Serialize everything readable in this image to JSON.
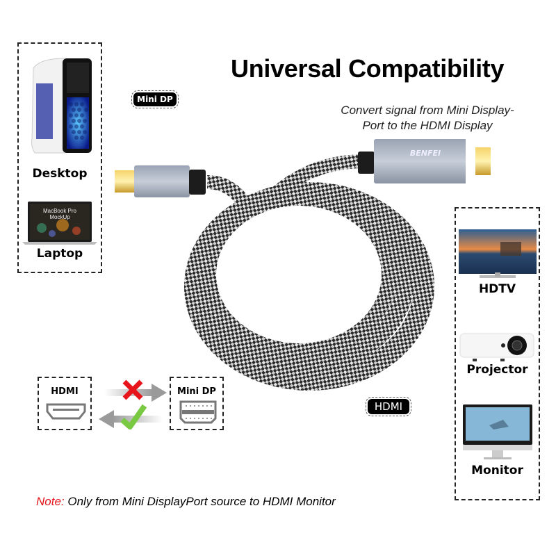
{
  "header": {
    "title": "Universal Compatibility",
    "subtitle_line1": "Convert signal from Mini Display-",
    "subtitle_line2": "Port to the HDMI Display"
  },
  "tags": {
    "mini_dp": "Mini DP",
    "hdmi": "HDMI"
  },
  "cable": {
    "brand": "BENFEI",
    "connector_left": "mini-displayport-plug",
    "connector_right": "hdmi-plug"
  },
  "sources": {
    "items": [
      {
        "label": "Desktop",
        "icon": "desktop-pc-icon"
      },
      {
        "label": "Laptop",
        "icon": "laptop-icon",
        "screen_text_1": "MacBook Pro",
        "screen_text_2": "MockUp"
      }
    ]
  },
  "displays": {
    "items": [
      {
        "label": "HDTV",
        "icon": "tv-icon"
      },
      {
        "label": "Projector",
        "icon": "projector-icon"
      },
      {
        "label": "Monitor",
        "icon": "monitor-icon"
      }
    ]
  },
  "direction_diagram": {
    "left_box_label": "HDMI",
    "right_box_label": "Mini DP",
    "forward_status": "not-supported",
    "reverse_status": "supported",
    "colors": {
      "cross": "#e8141b",
      "check": "#7ac943",
      "arrow": "#9a9a9a"
    }
  },
  "note": {
    "prefix": "Note:",
    "text": " Only from Mini DisplayPort source to HDMI Monitor",
    "prefix_color": "#e3141b"
  }
}
